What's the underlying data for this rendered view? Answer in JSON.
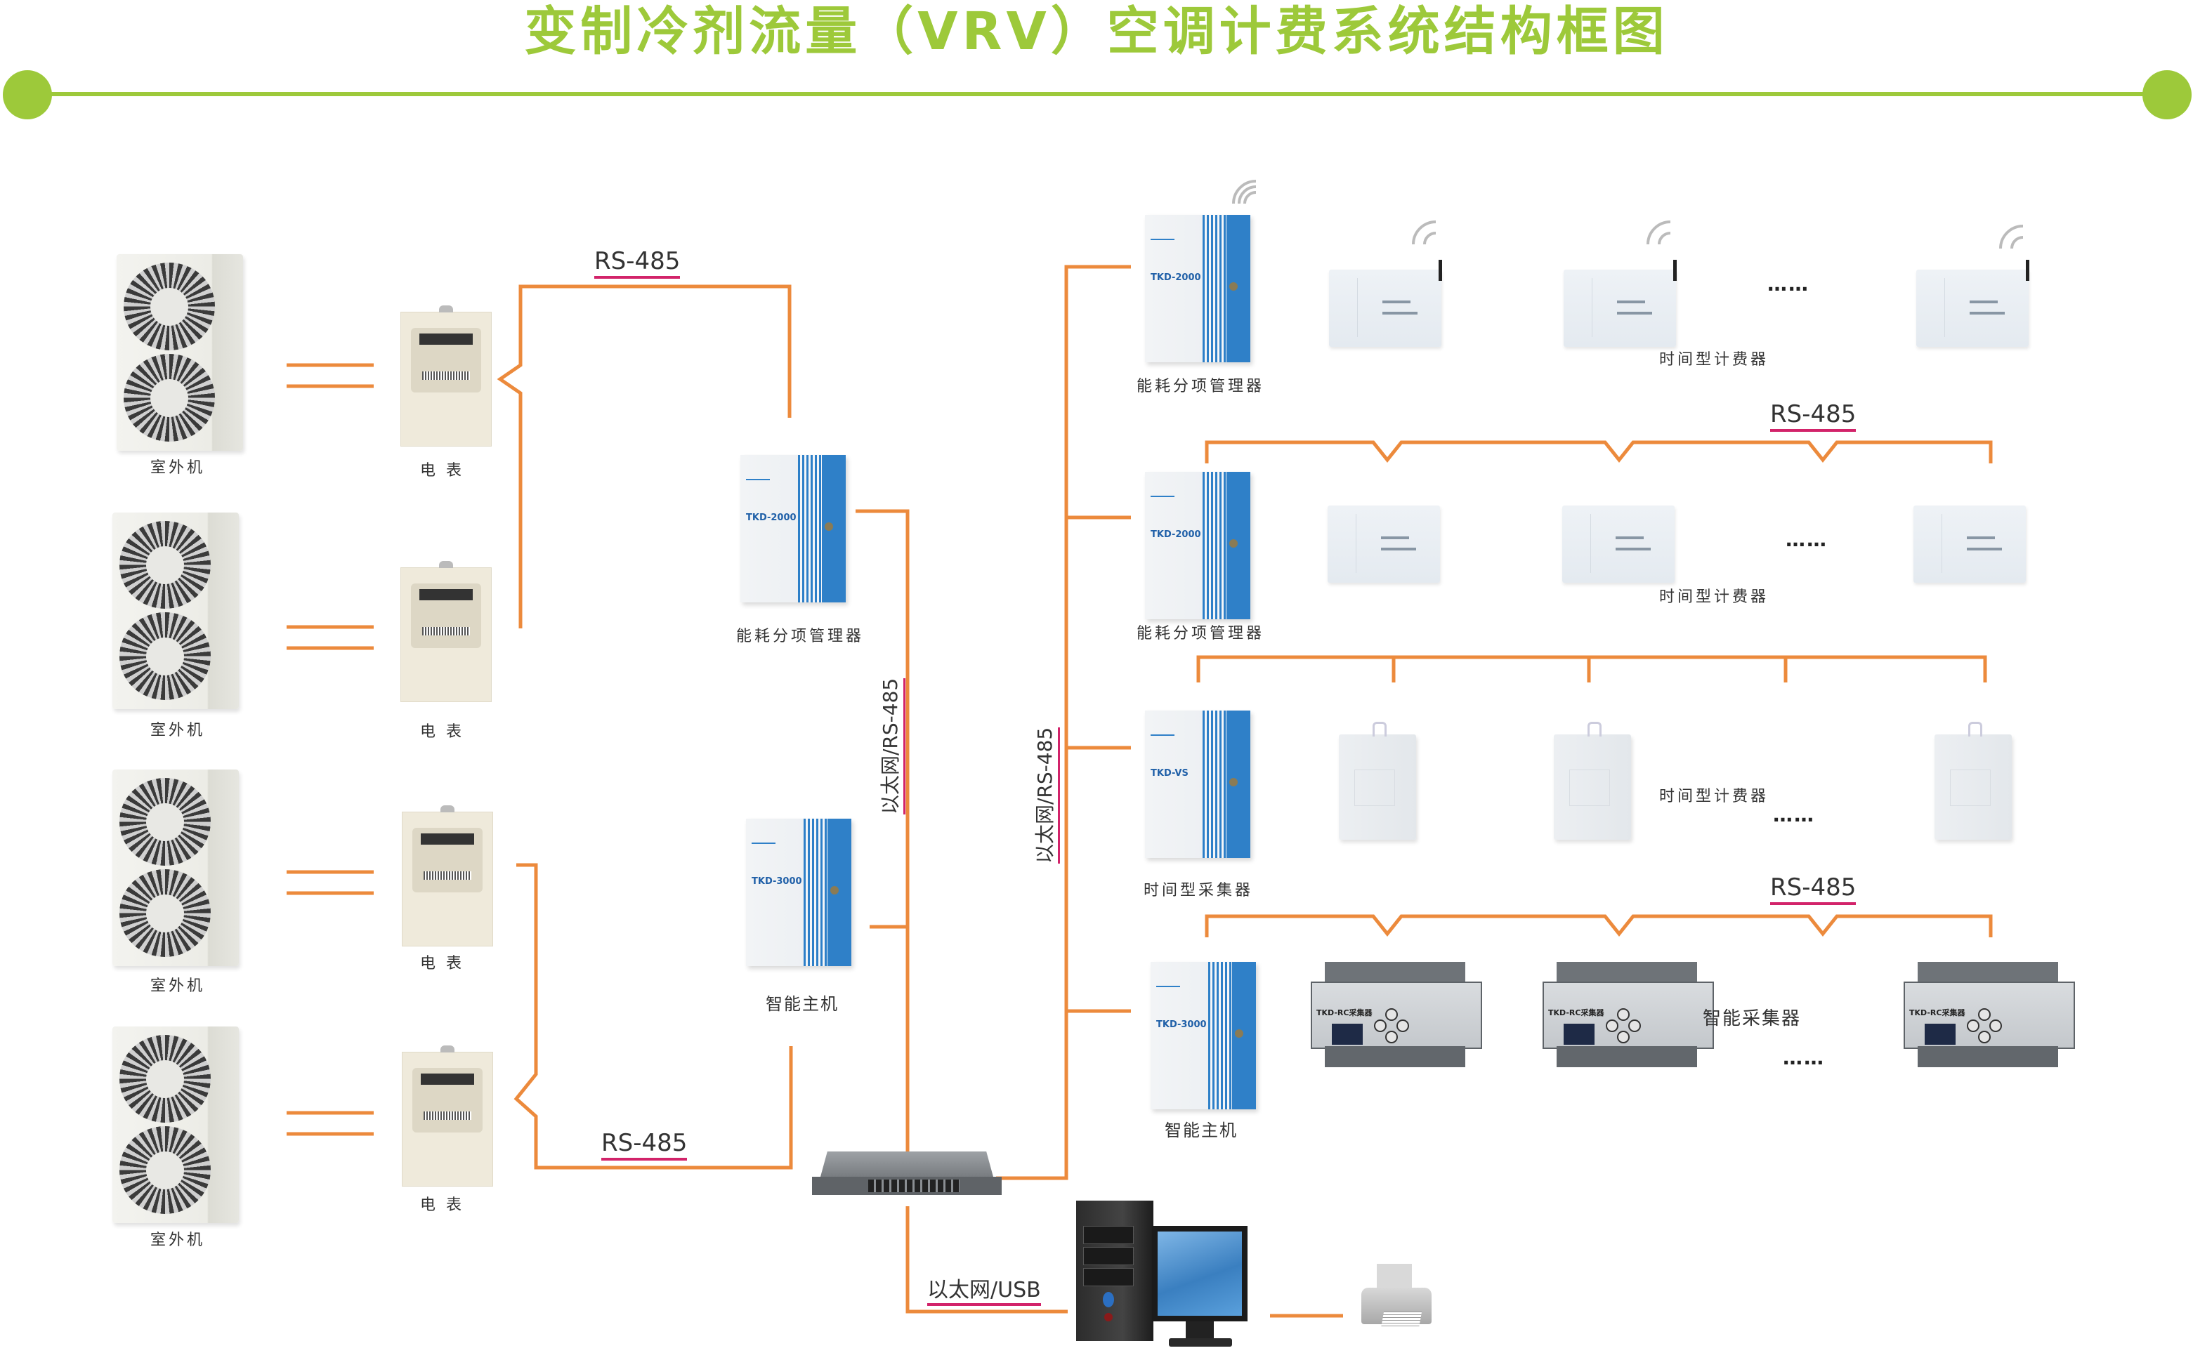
{
  "title": "变制冷剂流量（VRV）空调计费系统结构框图",
  "colors": {
    "title": "#9dc93a",
    "header_line": "#9dc93a",
    "wire": "#ec8a3c",
    "label_underline": "#d2236a",
    "text": "#333333",
    "cabinet_blue": "#2f80c8"
  },
  "left_column": {
    "outdoor_units": [
      {
        "label": "室外机"
      },
      {
        "label": "室外机"
      },
      {
        "label": "室外机"
      },
      {
        "label": "室外机"
      }
    ],
    "meters": [
      {
        "label": "电 表"
      },
      {
        "label": "电 表"
      },
      {
        "label": "电 表"
      },
      {
        "label": "电 表"
      }
    ]
  },
  "protocols": {
    "rs485_top_left": "RS-485",
    "rs485_bottom_left": "RS-485",
    "ethernet_rs485_left": "以太网/RS-485",
    "ethernet_rs485_right": "以太网/RS-485",
    "rs485_right_row2": "RS-485",
    "rs485_right_row4": "RS-485",
    "ethernet_usb": "以太网/USB"
  },
  "middle_column": {
    "energy_manager": {
      "label": "能耗分项管理器",
      "model": "TKD-2000"
    },
    "smart_host": {
      "label": "智能主机",
      "model": "TKD-3000"
    }
  },
  "right_rows": [
    {
      "controller": {
        "label": "能耗分项管理器",
        "model": "TKD-2000",
        "wireless": true
      },
      "devices_label": "时间型计费器",
      "device_count_shown": 3,
      "ellipsis": "……",
      "link": "wireless"
    },
    {
      "controller": {
        "label": "能耗分项管理器",
        "model": "TKD-2000"
      },
      "devices_label": "时间型计费器",
      "device_count_shown": 3,
      "ellipsis": "……",
      "link": "RS-485"
    },
    {
      "controller": {
        "label": "时间型采集器",
        "model": "TKD-VS"
      },
      "devices_label": "时间型计费器",
      "device_count_shown": 3,
      "ellipsis": "……",
      "link": "bus"
    },
    {
      "controller": {
        "label": "智能主机",
        "model": "TKD-3000"
      },
      "devices_label": "智能采集器",
      "device_model": "TKD-RC采集器",
      "device_count_shown": 3,
      "ellipsis": "……",
      "link": "RS-485"
    }
  ],
  "bottom": {
    "switch": {
      "name": "network-switch"
    },
    "computer": {
      "name": "computer"
    },
    "printer": {
      "name": "printer"
    }
  }
}
